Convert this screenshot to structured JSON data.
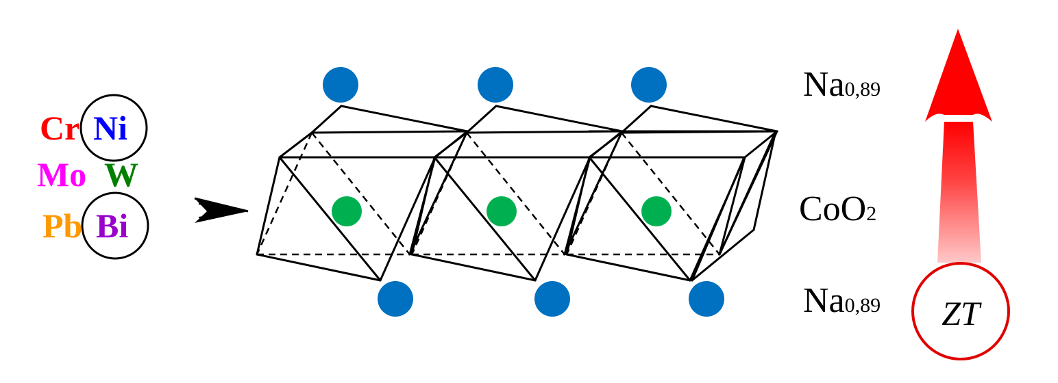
{
  "dopants": [
    {
      "left": "Cr",
      "right": "Ni",
      "left_color": "#ff0000",
      "right_color": "#0000ff",
      "circled": "right"
    },
    {
      "left": "Mo",
      "right": "W",
      "left_color": "#ff00ff",
      "right_color": "#008000",
      "circled": "none"
    },
    {
      "left": "Pb",
      "right": "Bi",
      "left_color": "#ff9900",
      "right_color": "#9900cc",
      "circled": "right"
    }
  ],
  "layers": {
    "top": {
      "main": "Na",
      "sub": "0,89"
    },
    "middle": {
      "main": "CoO",
      "sub": "2"
    },
    "bottom": {
      "main": "Na",
      "sub": "0,89"
    }
  },
  "figure_of_merit": "ZT",
  "colors": {
    "na_atom": "#0070c0",
    "co_atom": "#00b050",
    "arrow": "#ff0000",
    "zt_circle": "#e00000"
  }
}
